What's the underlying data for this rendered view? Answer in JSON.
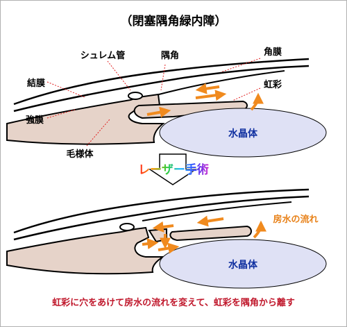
{
  "title": "（閉塞隅角緑内障）",
  "labels": {
    "schlemm": "シュレム管",
    "angle": "隅角",
    "cornea": "角膜",
    "conjunctiva": "結膜",
    "iris": "虹彩",
    "sclera": "強膜",
    "ciliary_body": "毛様体",
    "lens_top": "水晶体",
    "lens_bottom": "水晶体",
    "flow": "房水の流れ"
  },
  "procedure": "レーザー手術",
  "caption": "虹彩に穴をあけて房水の流れを変えて、虹彩を隅角から離す",
  "colors": {
    "tissue": "#e6d3c9",
    "lens": "#dfe1f5",
    "arrow": "#f08a1e",
    "leader": "#e02020",
    "caption": "#c0182c",
    "flow_label": "#e8821a",
    "outline": "#000000"
  }
}
